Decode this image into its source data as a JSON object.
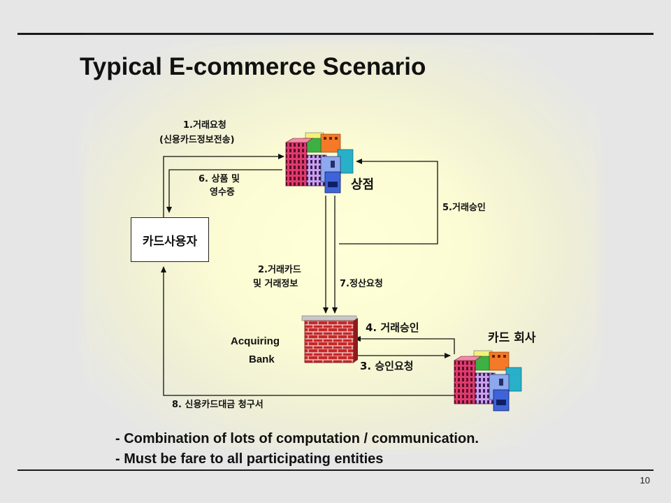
{
  "slide": {
    "title": "Typical E-commerce Scenario",
    "page_number": "10"
  },
  "nodes": {
    "card_user": "카드사용자",
    "merchant": "상점",
    "acquiring_bank_line1": "Acquiring",
    "acquiring_bank_line2": "Bank",
    "card_company": "카드 회사"
  },
  "flows": {
    "step1_line1": "1.거래요청",
    "step1_line2": "(신용카드정보전송)",
    "step6_line1": "6. 상품 및",
    "step6_line2": "영수증",
    "step5": "5.거래승인",
    "step2_line1": "2.거래카드",
    "step2_line2": "및 거래정보",
    "step7": "7.정산요청",
    "step4": "4. 거래승인",
    "step3": "3. 승인요청",
    "step8": "8. 신용카드대금 청구서"
  },
  "bullets": [
    "- Combination of lots of computation / communication.",
    "- Must be fare to all participating entities"
  ]
}
